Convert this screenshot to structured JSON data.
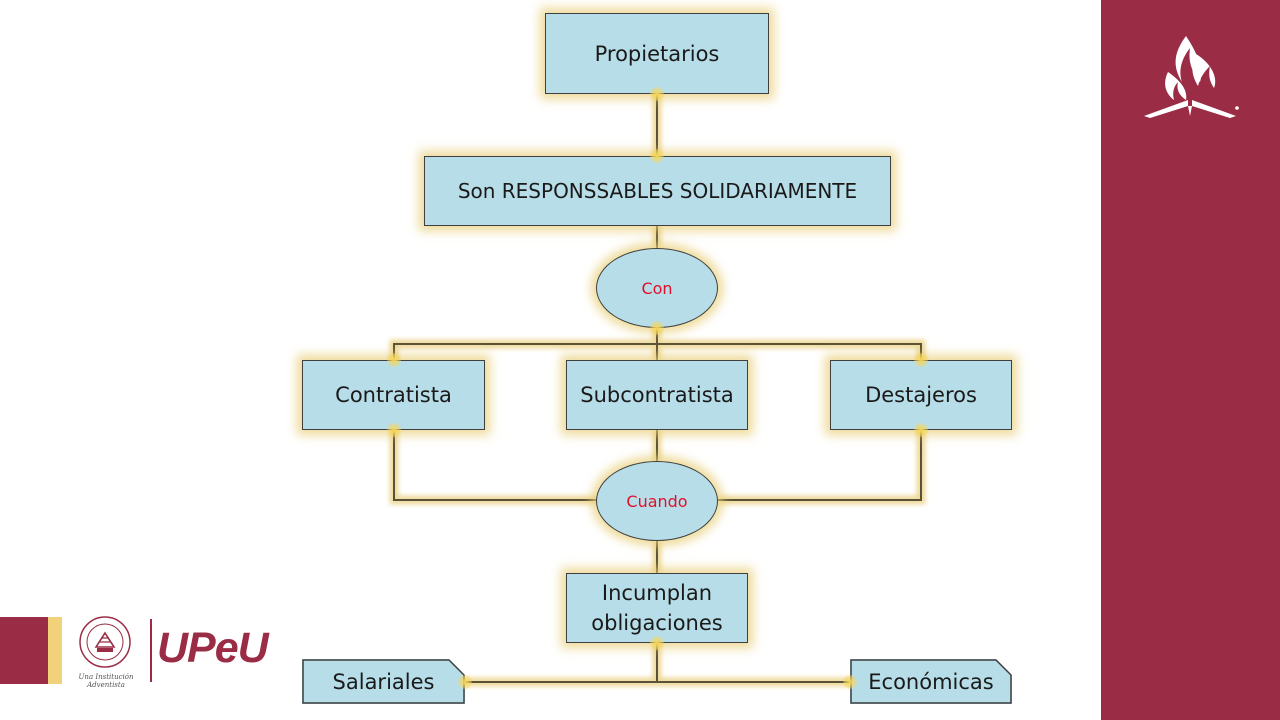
{
  "diagram": {
    "top_node": "Propietarios",
    "responsibility_node": "Son RESPONSSABLES SOLIDARIAMENTE",
    "connector_with": "Con",
    "parties": [
      "Contratista",
      "Subcontratista",
      "Destajeros"
    ],
    "connector_when": "Cuando",
    "condition_node": {
      "line1": "Incumplan",
      "line2": "obligaciones"
    },
    "obligation_types": [
      "Salariales",
      "Económicas"
    ]
  },
  "branding": {
    "university_abbrev": "UPeU",
    "seal_caption": "Una Institución Adventista",
    "accent_color": "#9a2d45",
    "gold_color": "#f1d27a",
    "node_fill_color": "#b7dde8",
    "connector_text_color": "#e0102b",
    "seal_icon": "university-seal-icon",
    "church_logo_icon": "adventist-flame-book-icon"
  }
}
